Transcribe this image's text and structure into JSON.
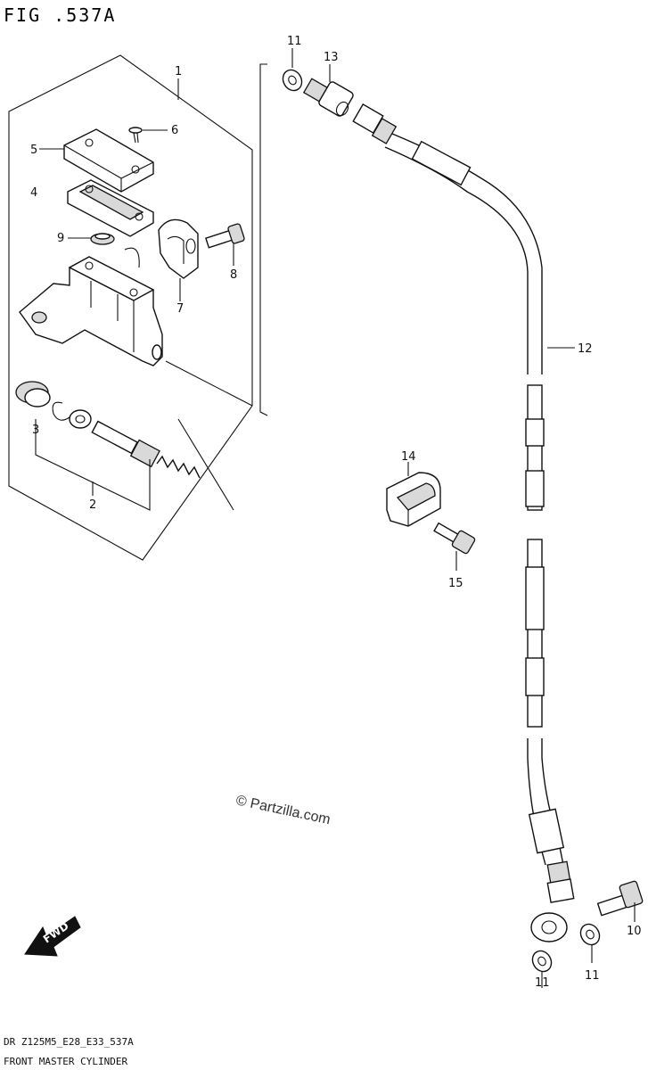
{
  "figure": {
    "title": "FIG .537A",
    "code": "DR Z125M5_E28_E33_537A",
    "caption": "FRONT MASTER CYLINDER",
    "watermark": "© Partzilla.com",
    "fwd_label": "FWD"
  },
  "callouts": {
    "c1": "1",
    "c2": "2",
    "c3": "3",
    "c4": "4",
    "c5": "5",
    "c6": "6",
    "c7": "7",
    "c8": "8",
    "c9": "9",
    "c10": "10",
    "c11a": "11",
    "c11b": "11",
    "c11c": "11",
    "c12": "12",
    "c13": "13",
    "c14": "14",
    "c15": "15"
  }
}
